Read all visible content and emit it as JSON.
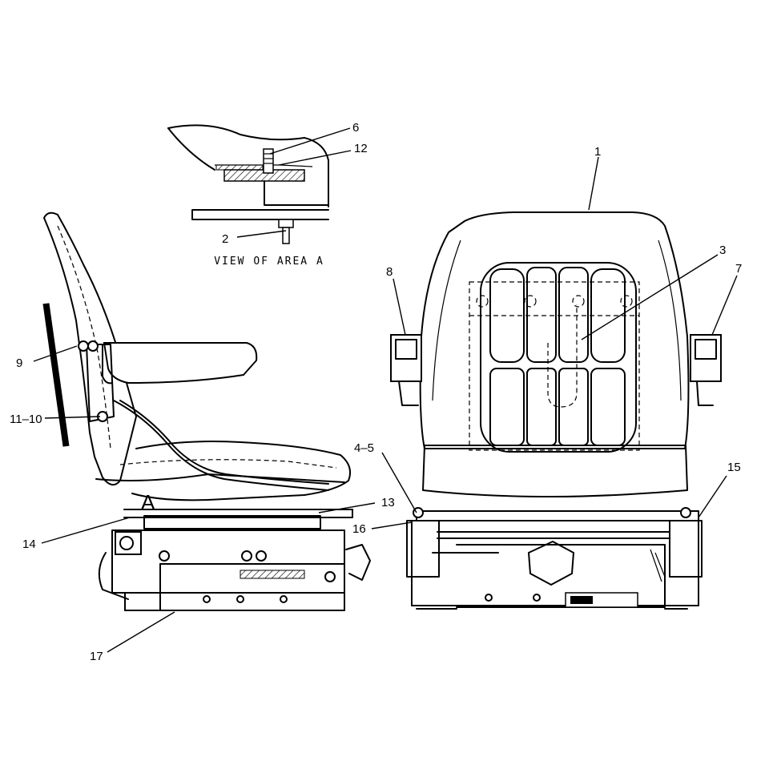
{
  "detail_view": {
    "caption": "VIEW OF AREA A",
    "area_marker": "A"
  },
  "callouts": [
    {
      "id": "c1",
      "text": "1"
    },
    {
      "id": "c2",
      "text": "2"
    },
    {
      "id": "c3",
      "text": "3"
    },
    {
      "id": "c4_5",
      "text": "4–5"
    },
    {
      "id": "c6",
      "text": "6"
    },
    {
      "id": "c7",
      "text": "7"
    },
    {
      "id": "c8",
      "text": "8"
    },
    {
      "id": "c9",
      "text": "9"
    },
    {
      "id": "c11_10",
      "text": "11–10"
    },
    {
      "id": "c12",
      "text": "12"
    },
    {
      "id": "c13",
      "text": "13"
    },
    {
      "id": "c14",
      "text": "14"
    },
    {
      "id": "c15",
      "text": "15"
    },
    {
      "id": "c16",
      "text": "16"
    },
    {
      "id": "c17",
      "text": "17"
    }
  ]
}
